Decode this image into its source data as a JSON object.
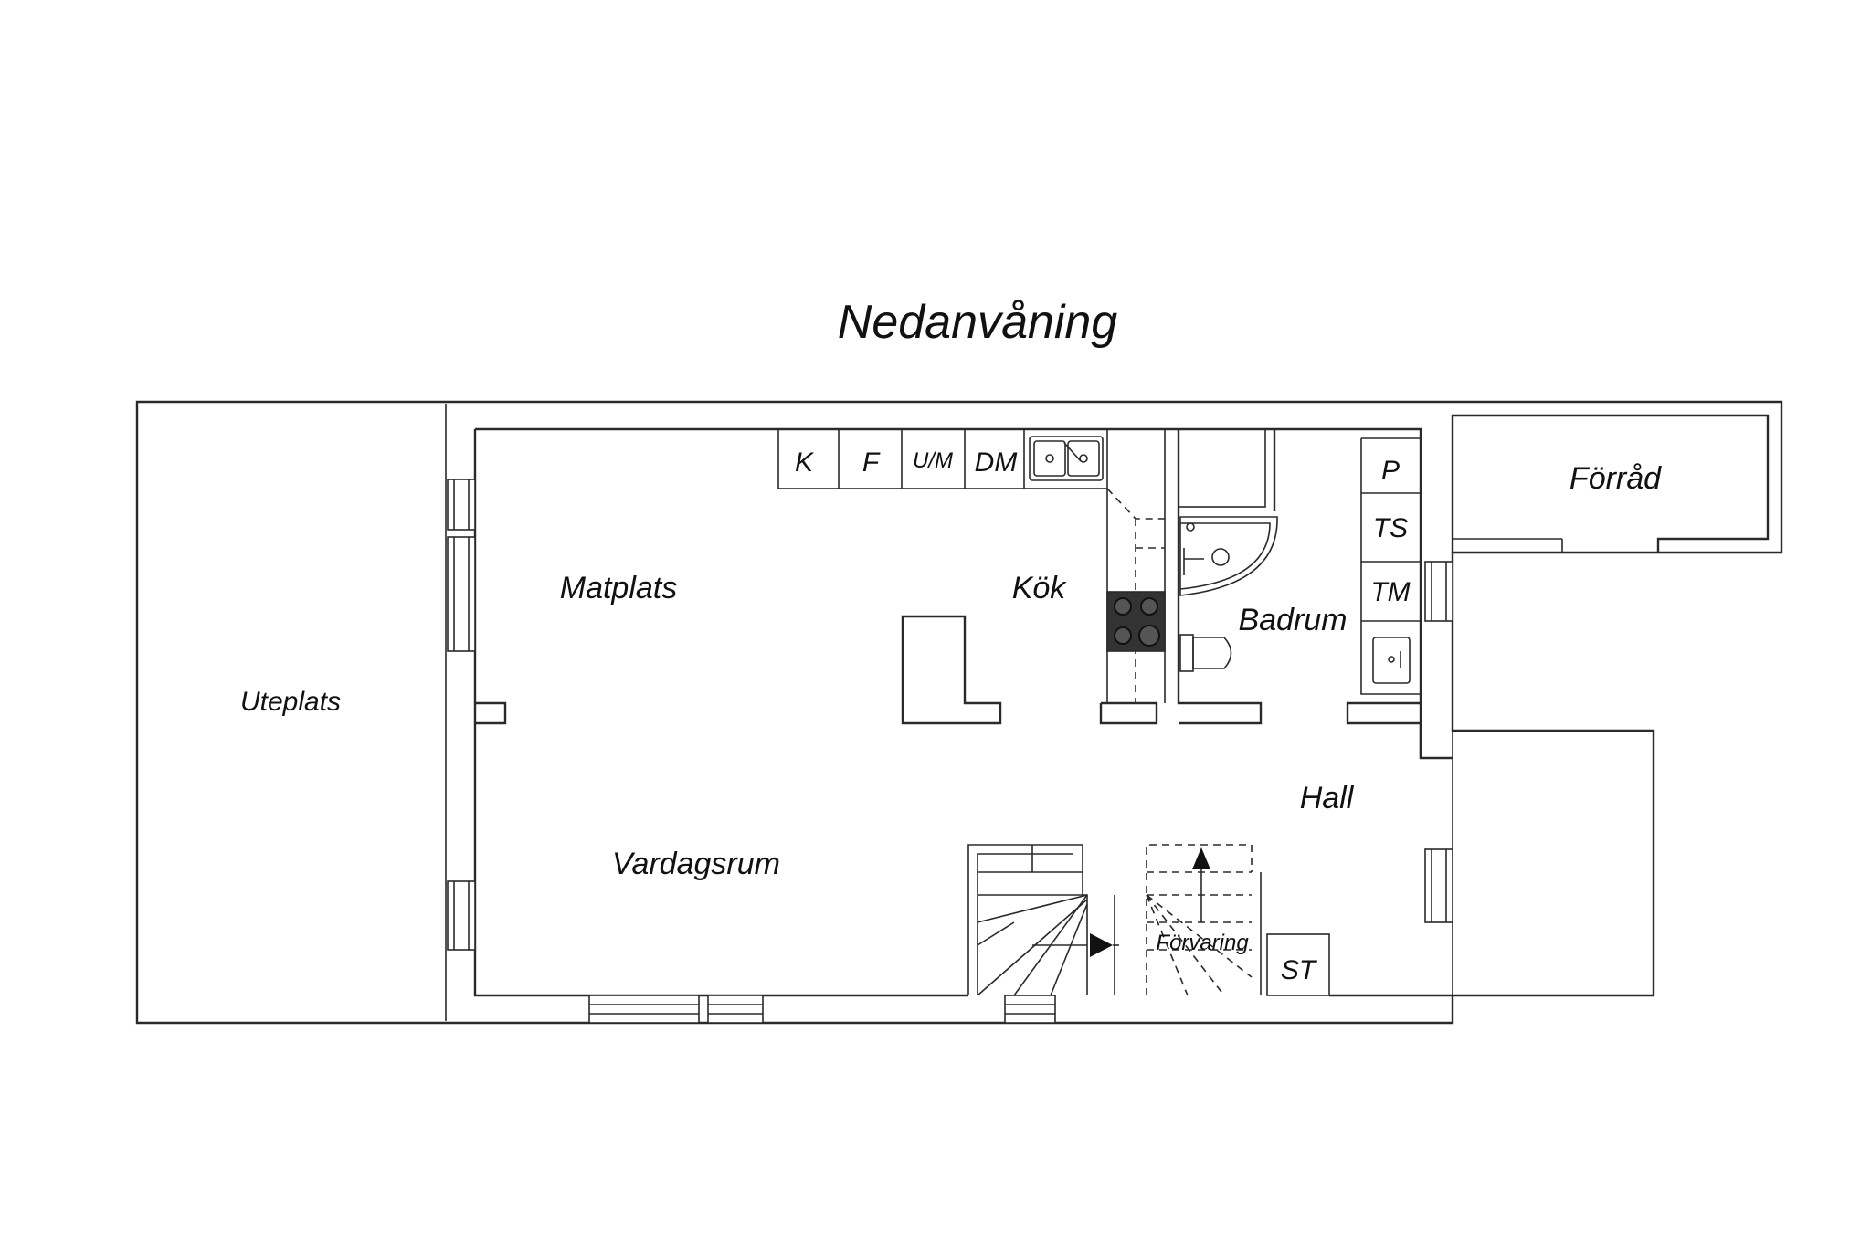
{
  "title": "Nedanvåning",
  "rooms": {
    "uteplats": "Uteplats",
    "matplats": "Matplats",
    "kok": "Kök",
    "vardagsrum": "Vardagsrum",
    "badrum": "Badrum",
    "hall": "Hall",
    "forrad": "Förråd",
    "forvaring": "Förvaring"
  },
  "fixtures": {
    "k": "K",
    "f": "F",
    "um": "U/M",
    "dm": "DM",
    "p": "P",
    "ts": "TS",
    "tm": "TM",
    "st": "ST"
  },
  "colors": {
    "line": "#2a2a2a",
    "stove": "#333333",
    "background": "#ffffff"
  }
}
